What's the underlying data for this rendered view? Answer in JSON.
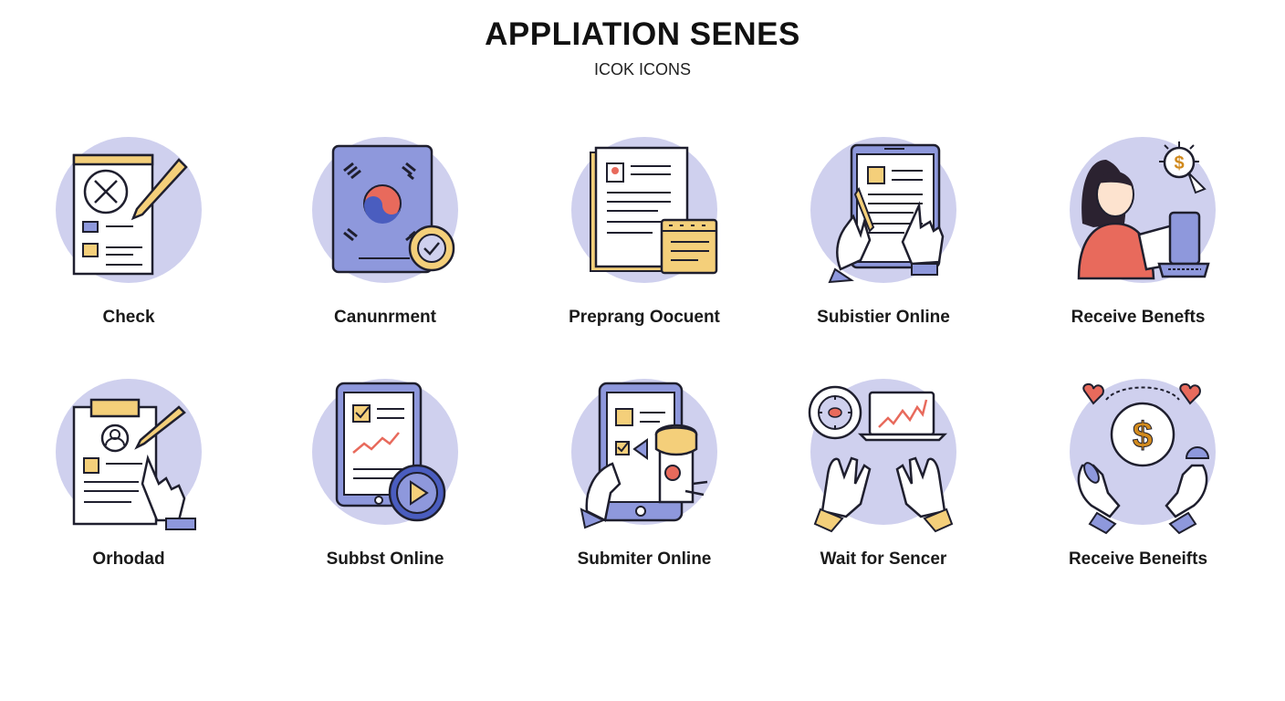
{
  "header": {
    "title": "APPLIATION SENES",
    "subtitle": "ICOK ICONS"
  },
  "colors": {
    "circle": "#cfd0ee",
    "outline": "#1f1f2e",
    "accent_yellow": "#f4cf7a",
    "accent_blue": "#8e98dc",
    "accent_red": "#e86a5c",
    "paper": "#ffffff"
  },
  "steps": [
    {
      "label": "Check",
      "icon": "checklist-pencil-icon"
    },
    {
      "label": "Canunrment",
      "icon": "flag-document-check-icon"
    },
    {
      "label": "Preprang Oocuent",
      "icon": "documents-calendar-icon"
    },
    {
      "label": "Subistier Online",
      "icon": "tablet-hands-icon"
    },
    {
      "label": "Receive Benefts",
      "icon": "woman-laptop-dollar-icon"
    },
    {
      "label": "Orhodad",
      "icon": "profile-document-hand-icon"
    },
    {
      "label": "Subbst Online",
      "icon": "tablet-chart-play-icon"
    },
    {
      "label": "Submiter Online",
      "icon": "tablet-cylinder-hand-icon"
    },
    {
      "label": "Wait for Sencer",
      "icon": "hands-laptop-chart-icon"
    },
    {
      "label": "Receive Beneifts",
      "icon": "hands-dollar-coin-icon"
    }
  ]
}
